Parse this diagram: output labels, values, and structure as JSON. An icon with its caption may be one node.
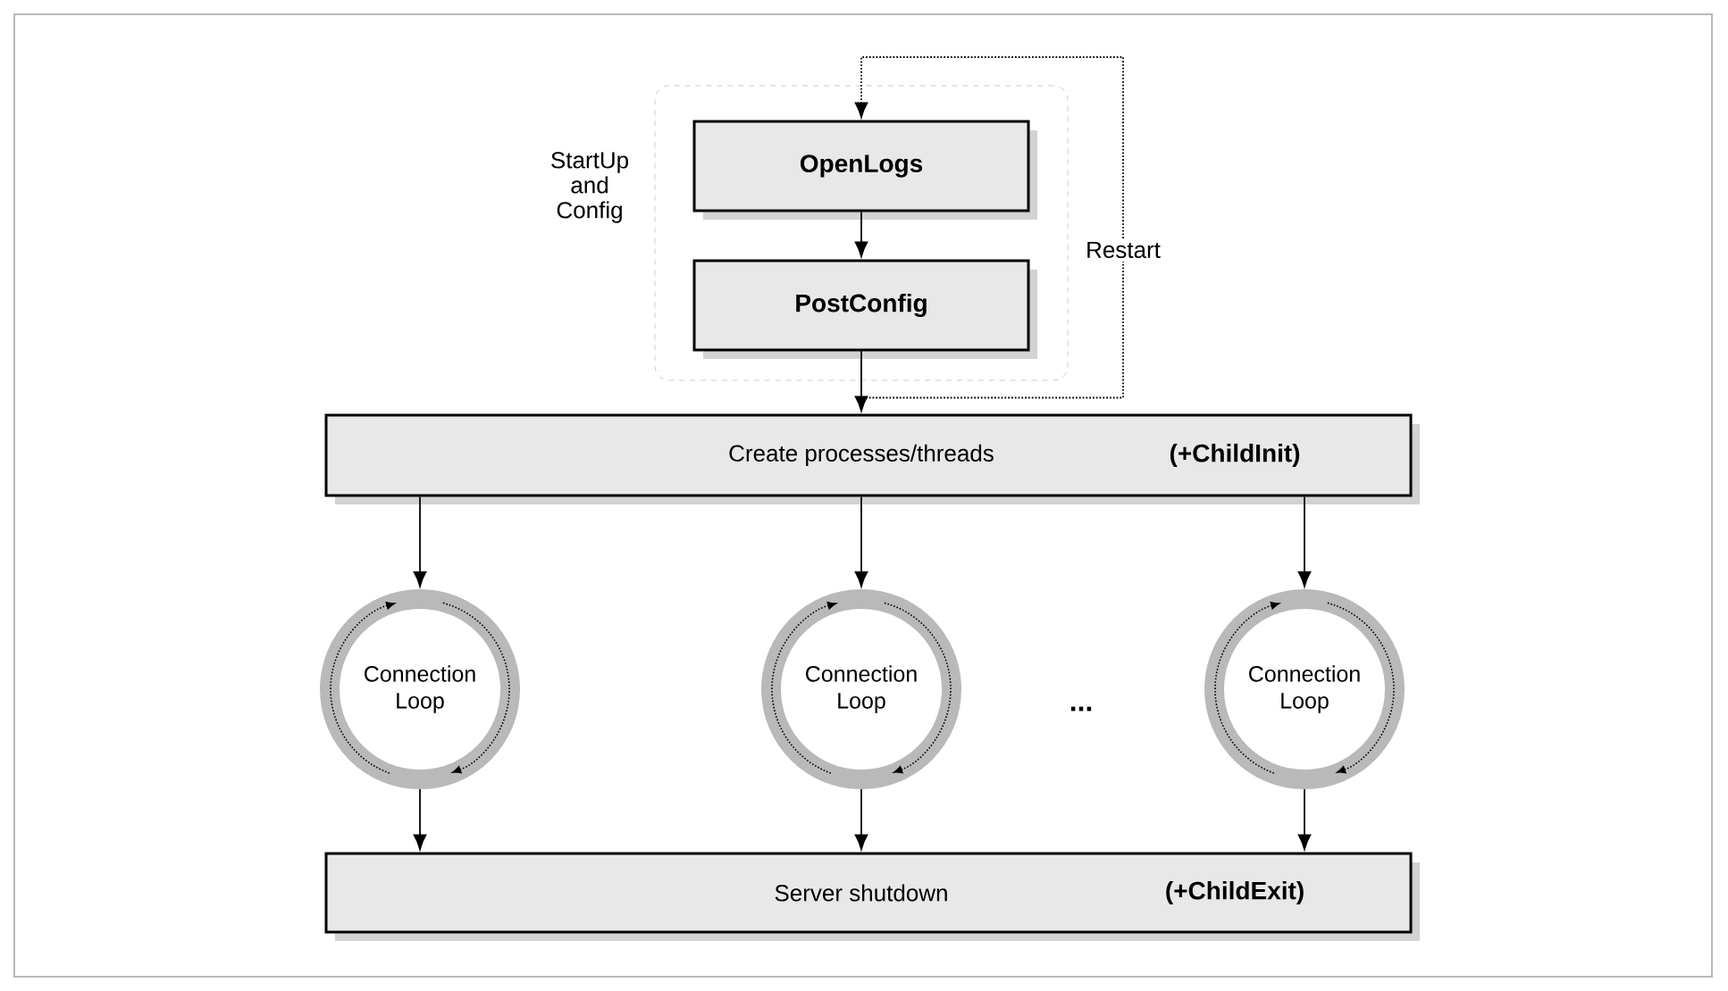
{
  "diagram": {
    "nodes": [
      {
        "text": [
          "StartUp and Config"
        ]
      },
      {
        "text": [
          "OpenLogs"
        ],
        "in": 0
      },
      {
        "text": [
          "PostConfig"
        ],
        "in": 0
      },
      {
        "text": [
          "Create processes/threads",
          "(+ChildInit)"
        ]
      },
      {
        "text": [
          "Connection Loop"
        ]
      },
      {
        "text": [
          "Connection Loop"
        ]
      },
      {
        "text": [
          "Connection Loop"
        ]
      },
      {
        "text": [
          "Server shutdown",
          "(+ChildExit)"
        ]
      }
    ],
    "edges": [
      {
        "from": 1,
        "to": 2,
        "arrow": "to"
      },
      {
        "from": 2,
        "to": 3,
        "arrow": "to"
      },
      {
        "from": 2,
        "to": 1,
        "arrow": "to",
        "style": "dashed",
        "label": "Restart"
      },
      {
        "from": 3,
        "to": 4,
        "arrow": "to"
      },
      {
        "from": 3,
        "to": 5,
        "arrow": "to"
      },
      {
        "from": 3,
        "to": 6,
        "arrow": "to"
      },
      {
        "from": 4,
        "to": 7,
        "arrow": "to"
      },
      {
        "from": 5,
        "to": 7,
        "arrow": "to"
      },
      {
        "from": 6,
        "to": 7,
        "arrow": "to"
      }
    ],
    "labels": [
      "..."
    ]
  }
}
